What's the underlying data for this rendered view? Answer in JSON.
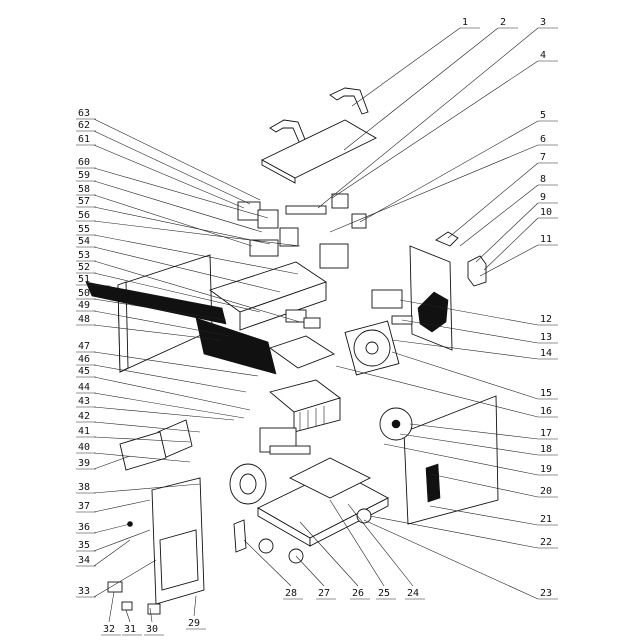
{
  "diagram": {
    "labels_right": [
      "1",
      "2",
      "3",
      "4",
      "5",
      "6",
      "7",
      "8",
      "9",
      "10",
      "11",
      "12",
      "13",
      "14",
      "15",
      "16",
      "17",
      "18",
      "19",
      "20",
      "21",
      "22",
      "23"
    ],
    "labels_bottom": [
      "24",
      "25",
      "26",
      "27",
      "28",
      "29",
      "30",
      "31",
      "32"
    ],
    "labels_left": [
      "33",
      "34",
      "35",
      "36",
      "37",
      "38",
      "39",
      "40",
      "41",
      "42",
      "43",
      "44",
      "45",
      "46",
      "47",
      "48",
      "49",
      "50",
      "51",
      "52",
      "53",
      "54",
      "55",
      "56",
      "57",
      "58",
      "59",
      "60",
      "61",
      "62",
      "63"
    ]
  }
}
